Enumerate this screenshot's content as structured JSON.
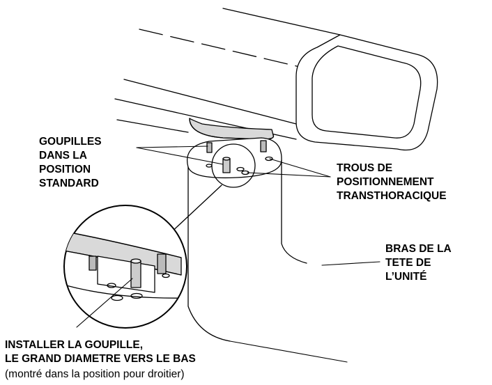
{
  "labels": {
    "pins_standard": [
      "GOUPILLES",
      "DANS LA",
      "POSITION",
      "STANDARD"
    ],
    "transthoracic_holes": [
      "TROUS DE",
      "POSITIONNEMENT",
      "TRANSTHORACIQUE"
    ],
    "head_arm": [
      "BRAS DE LA",
      "TETE DE",
      "L’UNITÉ"
    ],
    "install_pin": [
      "INSTALLER LA GOUPILLE,",
      "LE GRAND DIAMETRE VERS LE BAS"
    ],
    "install_note": "(montré dans la position pour droitier)"
  },
  "colors": {
    "line": "#000000",
    "shade": "#d9d9d9",
    "background": "#ffffff"
  }
}
